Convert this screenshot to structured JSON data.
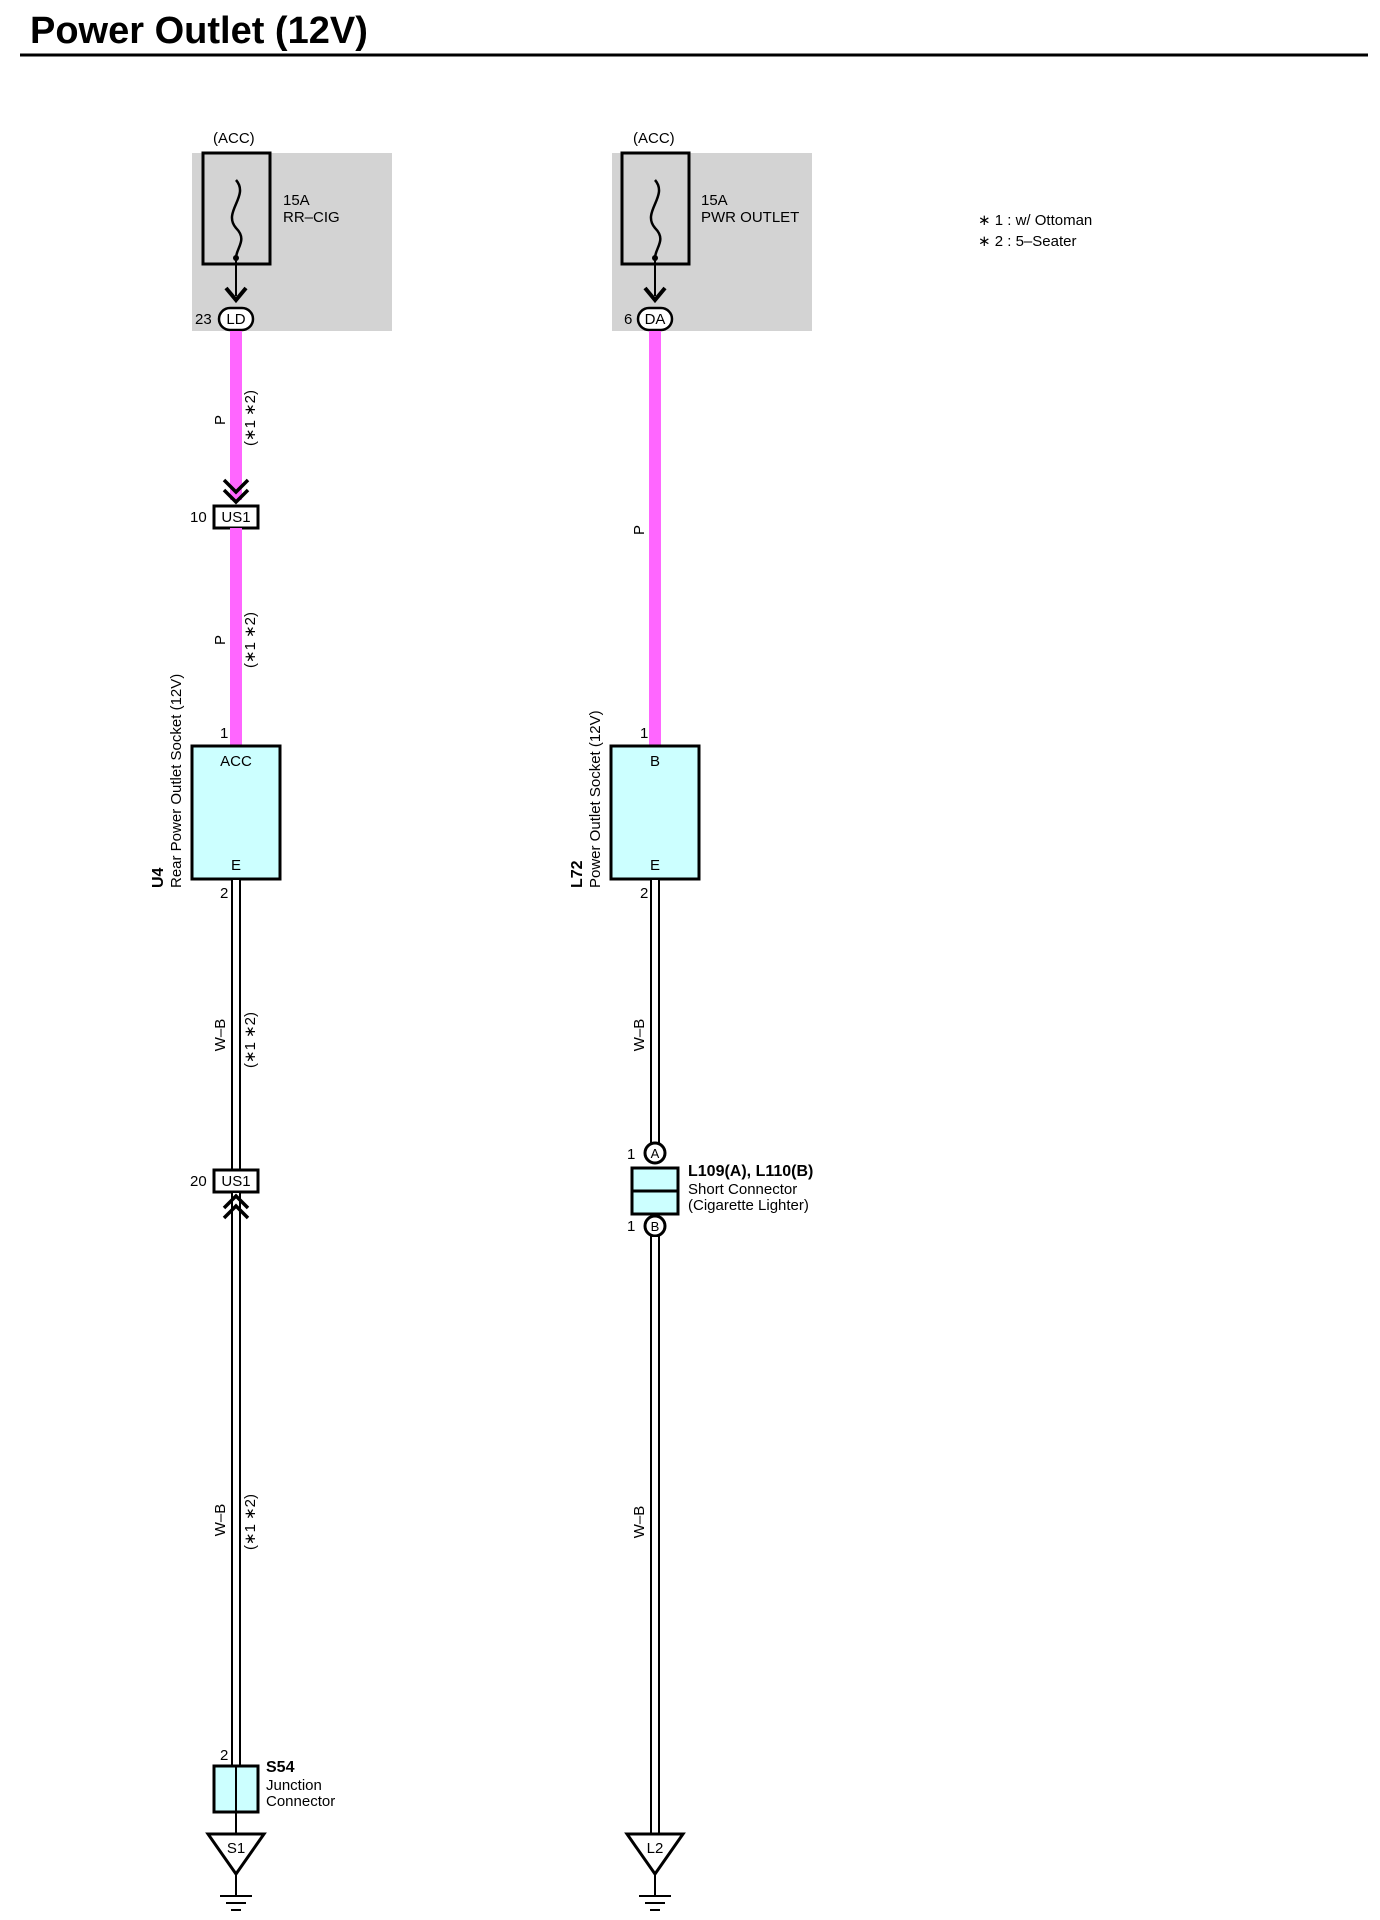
{
  "title": "Power Outlet (12V)",
  "notes": {
    "n1": "∗ 1 : w/ Ottoman",
    "n2": "∗ 2 : 5–Seater"
  },
  "left": {
    "supply": "(ACC)",
    "fuse_amp": "15A",
    "fuse_name": "RR–CIG",
    "junction_pin": "23",
    "junction_code": "LD",
    "wire_color_1": "P",
    "wire_cond_1": "(∗1 ∗2)",
    "us1_top_pin": "10",
    "us1_top_label": "US1",
    "wire_color_2": "P",
    "wire_cond_2": "(∗1 ∗2)",
    "socket_pin_top": "1",
    "socket_term_top": "ACC",
    "socket_term_bottom": "E",
    "socket_pin_bottom": "2",
    "socket_code": "U4",
    "socket_name": "Rear Power Outlet Socket (12V)",
    "wire_color_3": "W–B",
    "wire_cond_3": "(∗1 ∗2)",
    "us1_bot_pin": "20",
    "us1_bot_label": "US1",
    "wire_color_4": "W–B",
    "wire_cond_4": "(∗1 ∗2)",
    "jc_pin": "2",
    "jc_code": "S54",
    "jc_name_1": "Junction",
    "jc_name_2": "Connector",
    "ground": "S1"
  },
  "right": {
    "supply": "(ACC)",
    "fuse_amp": "15A",
    "fuse_name": "PWR OUTLET",
    "junction_pin": "6",
    "junction_code": "DA",
    "wire_color_1": "P",
    "socket_pin_top": "1",
    "socket_term_top": "B",
    "socket_term_bottom": "E",
    "socket_pin_bottom": "2",
    "socket_code": "L72",
    "socket_name": "Power Outlet Socket (12V)",
    "wire_color_2": "W–B",
    "sc_pin_a": "1",
    "sc_term_a": "A",
    "sc_pin_b": "1",
    "sc_term_b": "B",
    "sc_code": "L109(A), L110(B)",
    "sc_name_1": "Short Connector",
    "sc_name_2": "(Cigarette Lighter)",
    "wire_color_3": "W–B",
    "ground": "L2"
  },
  "colors": {
    "wire_pink": "#ff66ff",
    "junction_block": "#d3d3d3",
    "component_fill": "#ccffff"
  }
}
